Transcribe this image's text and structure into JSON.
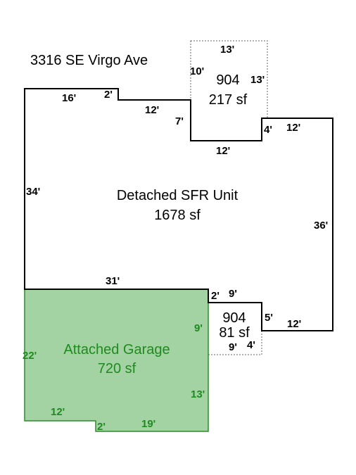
{
  "address": "3316 SE Virgo Ave",
  "colors": {
    "outline": "#000000",
    "dotted": "#666666",
    "garage_fill": "#a3d3a3",
    "garage_stroke": "#2e8b2e",
    "garage_text": "#1f8a1f",
    "text": "#000000"
  },
  "areas": {
    "sfr": {
      "name": "Detached SFR Unit",
      "area": "1678 sf"
    },
    "upper_904": {
      "name": "904",
      "area": "217 sf"
    },
    "lower_904": {
      "name": "904",
      "area": "81 sf"
    },
    "garage": {
      "name": "Attached Garage",
      "area": "720 sf"
    }
  },
  "dimensions": {
    "sfr_top_left": "16'",
    "sfr_step_2": "2'",
    "sfr_top_12": "12'",
    "sfr_notch_7": "7'",
    "sfr_notch_bottom_12": "12'",
    "sfr_right_4": "4'",
    "sfr_right_top_12": "12'",
    "sfr_left_34": "34'",
    "sfr_right_36": "36'",
    "sfr_bottom_31": "31'",
    "sfr_bottom_2": "2'",
    "sfr_bottom_9": "9'",
    "sfr_right_5": "5'",
    "sfr_right_bottom_12": "12'",
    "upper_top_13": "13'",
    "upper_left_10": "10'",
    "upper_right_13": "13'",
    "lower_bottom_9": "9'",
    "lower_right_4": "4'",
    "garage_left_22": "22'",
    "garage_right_9": "9'",
    "garage_right_13": "13'",
    "garage_bottom_12": "12'",
    "garage_step_2": "2'",
    "garage_bottom_19": "19'"
  }
}
